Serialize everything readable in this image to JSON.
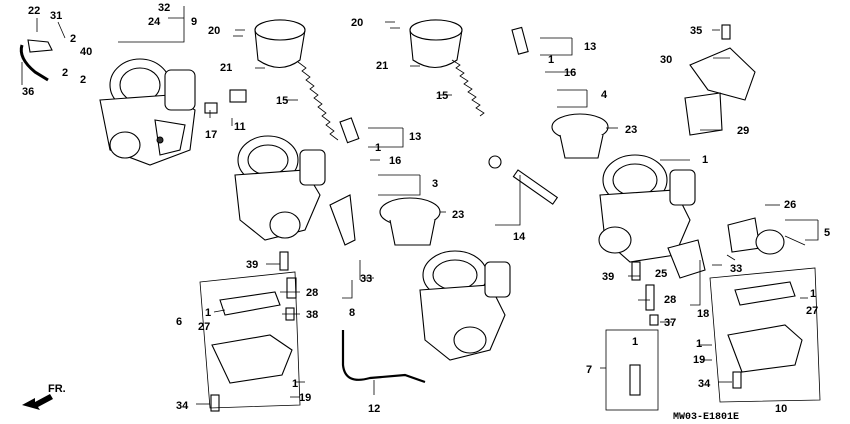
{
  "labels": {
    "l1a": "1",
    "l1b": "1",
    "l1c": "1",
    "l1d": "1",
    "l1e": "1",
    "l1f": "1",
    "l1g": "1",
    "l1h": "1",
    "l2a": "2",
    "l2b": "2",
    "l2c": "2",
    "l3": "3",
    "l4": "4",
    "l5": "5",
    "l6": "6",
    "l7": "7",
    "l8": "8",
    "l9": "9",
    "l10": "10",
    "l11": "11",
    "l12": "12",
    "l13a": "13",
    "l13b": "13",
    "l14": "14",
    "l15a": "15",
    "l15b": "15",
    "l16a": "16",
    "l16b": "16",
    "l17": "17",
    "l18": "18",
    "l19a": "19",
    "l19b": "19",
    "l20a": "20",
    "l20b": "20",
    "l21a": "21",
    "l21b": "21",
    "l22": "22",
    "l23a": "23",
    "l23b": "23",
    "l24": "24",
    "l25": "25",
    "l26": "26",
    "l27a": "27",
    "l27b": "27",
    "l28a": "28",
    "l28b": "28",
    "l29": "29",
    "l30": "30",
    "l31": "31",
    "l32": "32",
    "l33a": "33",
    "l33b": "33",
    "l34a": "34",
    "l34b": "34",
    "l35": "35",
    "l36": "36",
    "l37": "37",
    "l38": "38",
    "l39a": "39",
    "l39b": "39",
    "l40": "40"
  },
  "fr_label": "FR.",
  "diagram_code": "MW03-E1801E"
}
